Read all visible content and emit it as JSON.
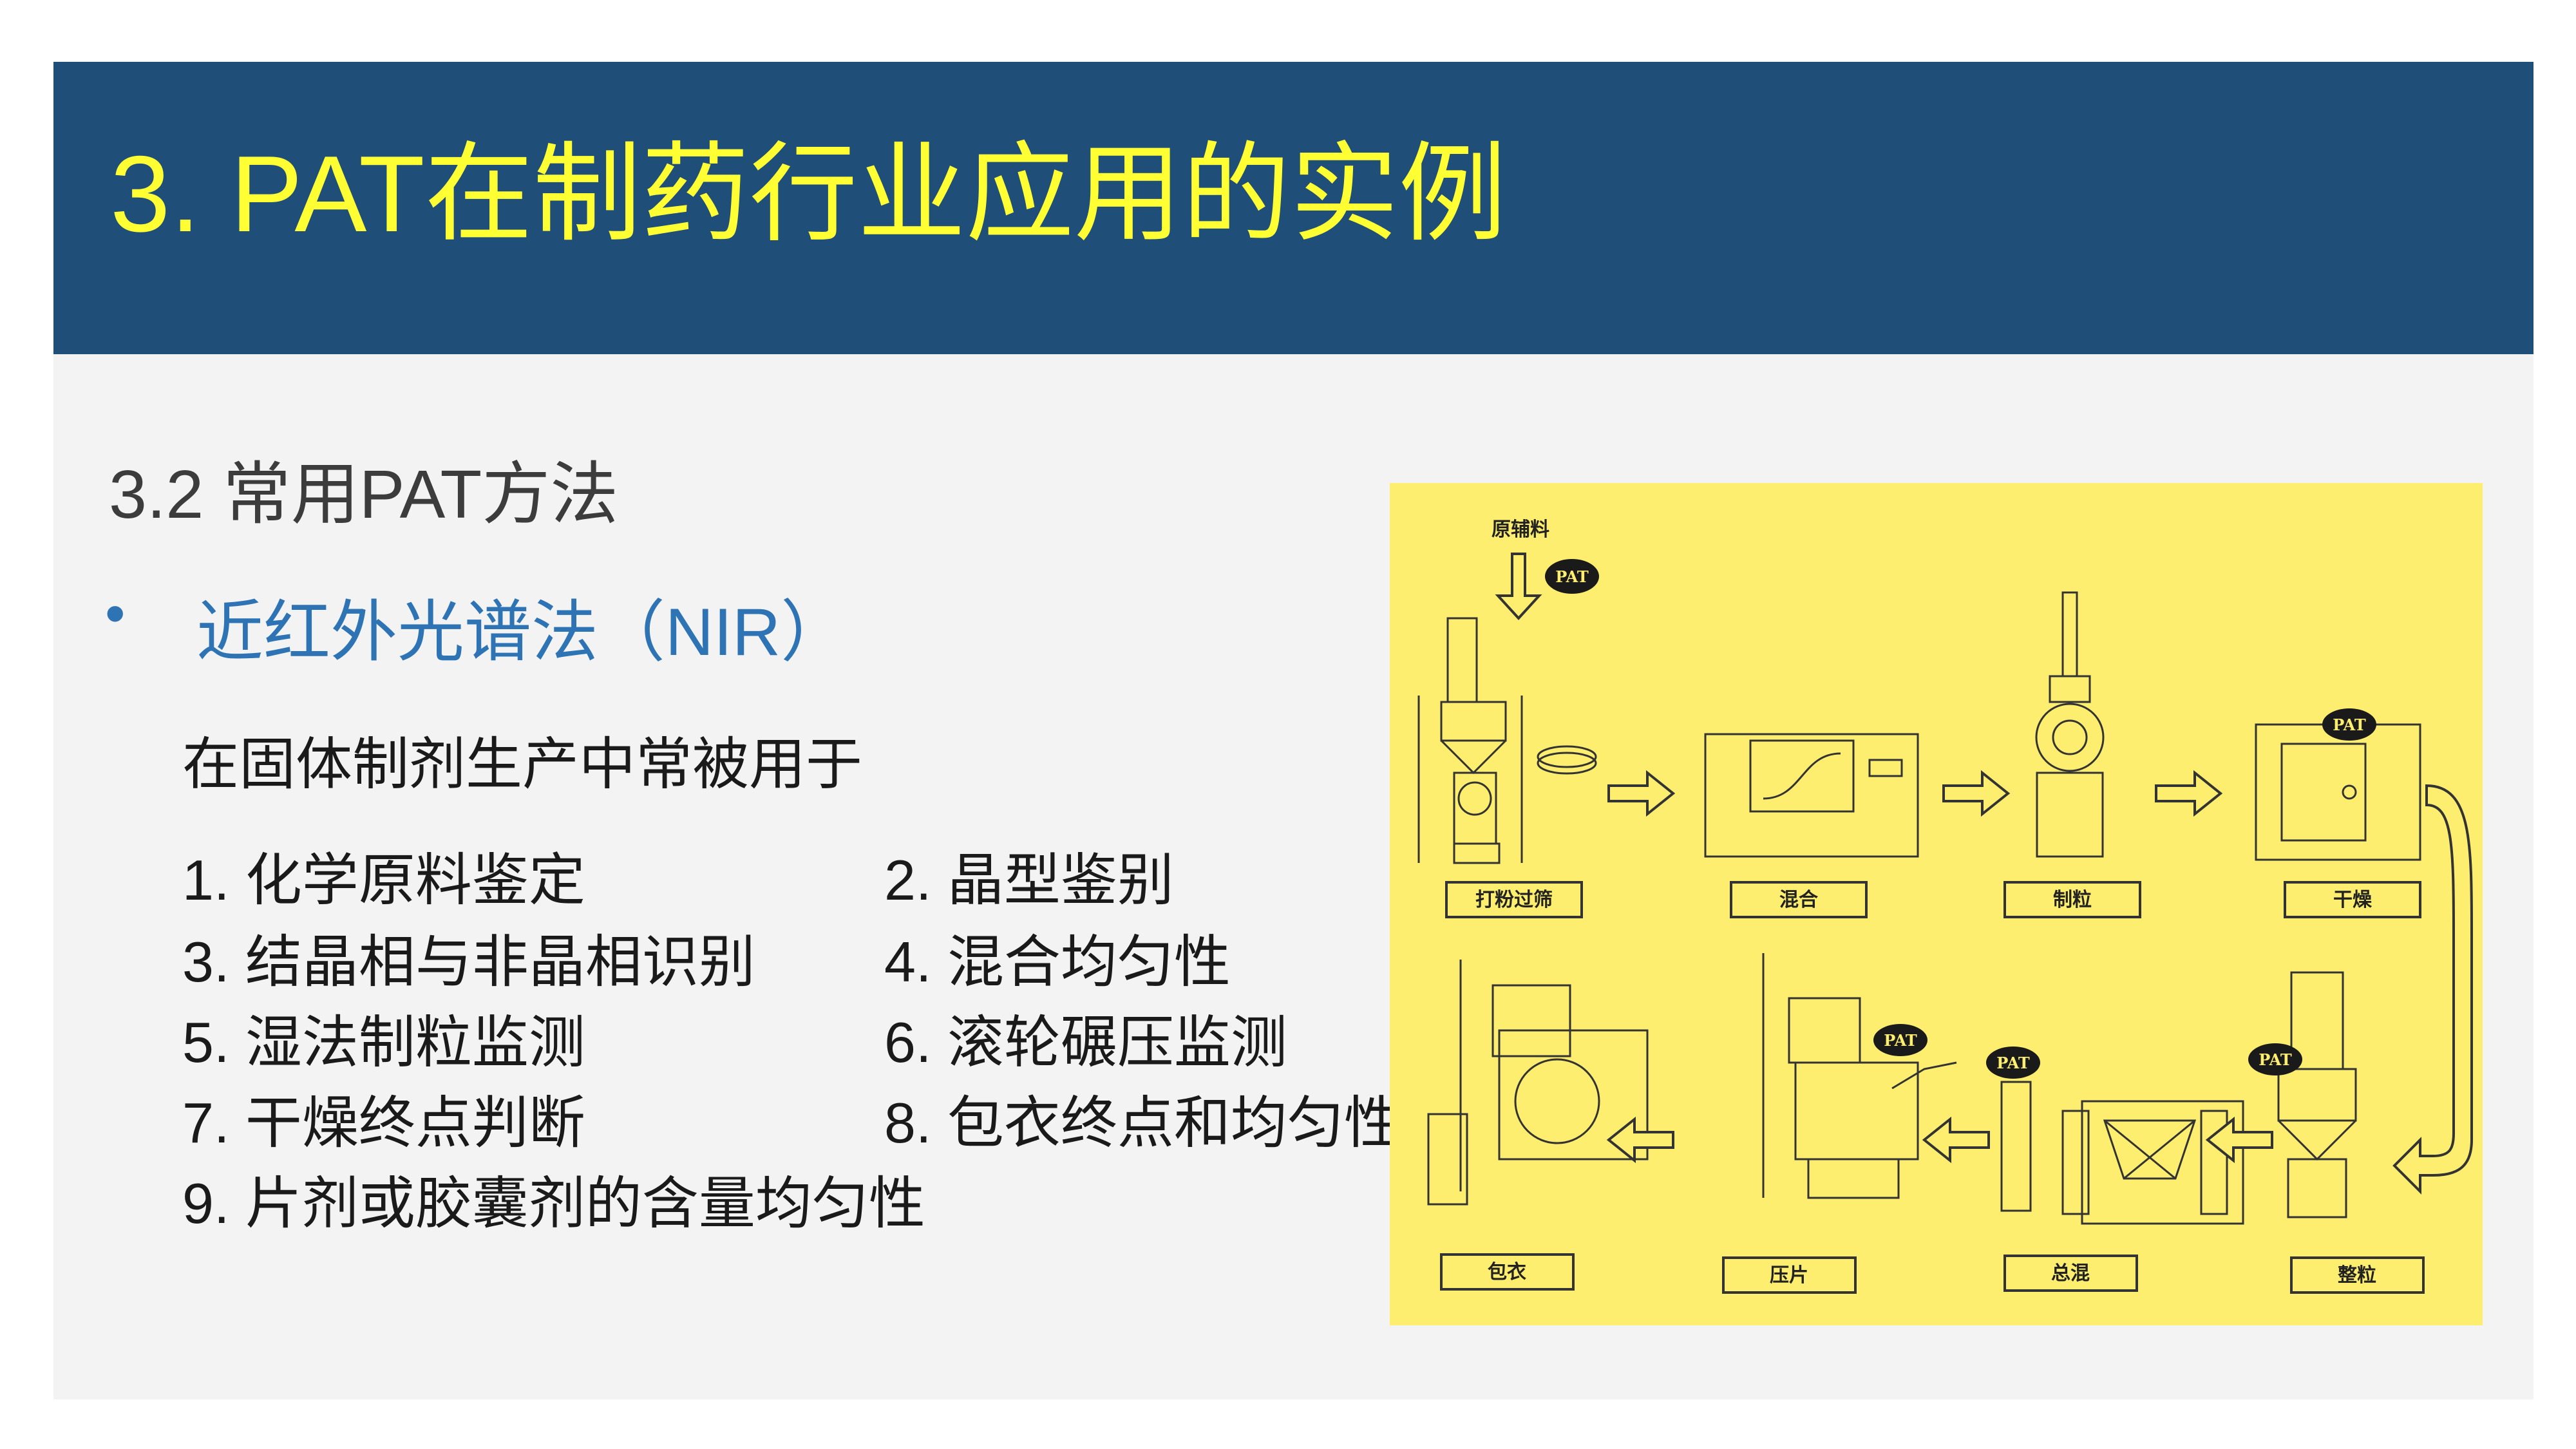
{
  "title": "3. PAT在制药行业应用的实例",
  "subtitle": "3.2 常用PAT方法",
  "bullet": "近红外光谱法（NIR）",
  "intro": "在固体制剂生产中常被用于",
  "items": [
    "1. 化学原料鉴定",
    "2. 晶型鉴别",
    "3. 结晶相与非晶相识别",
    "4. 混合均匀性",
    "5. 湿法制粒监测",
    "6. 滚轮碾压监测",
    "7. 干燥终点判断",
    "8. 包衣终点和均匀性",
    "9. 片剂或胶囊剂的含量均匀性"
  ],
  "diagram": {
    "input_label": "原辅料",
    "pat_label": "PAT",
    "steps_top": [
      "打粉过筛",
      "混合",
      "制粒",
      "干燥"
    ],
    "steps_bottom": [
      "包衣",
      "压片",
      "总混",
      "整粒"
    ],
    "background_color": "#fdee6f"
  },
  "colors": {
    "header": "#1f4e79",
    "title": "#ffff33",
    "accent": "#2e74b5"
  }
}
